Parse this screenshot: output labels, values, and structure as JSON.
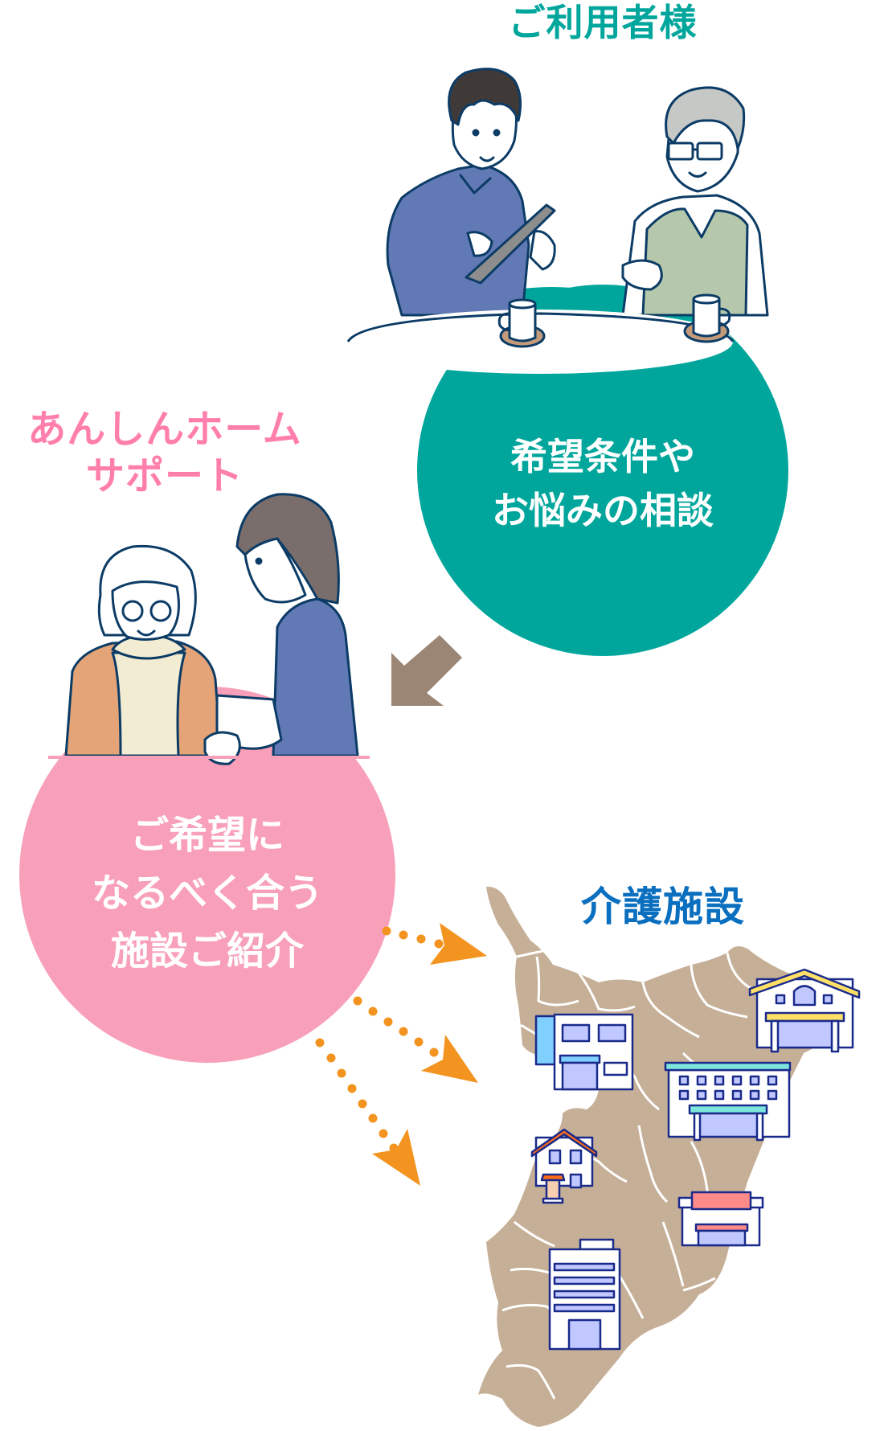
{
  "flow": {
    "customer": {
      "label": "ご利用者様",
      "color": "#00a69c",
      "step_lines": [
        "希望条件や",
        "お悩みの相談"
      ]
    },
    "support": {
      "label_lines": [
        "あんしんホーム",
        "サポート"
      ],
      "color": "#ff7fac",
      "circle_color": "#f8a0b9",
      "step_lines": [
        "ご希望に",
        "なるべく合う",
        "施設ご紹介"
      ]
    },
    "facilities": {
      "label": "介護施設",
      "color": "#0a6fbf",
      "map_color": "#c6af97",
      "building_count": 6
    },
    "connectors": {
      "consult_arrow_color": "#9b8575",
      "introduce_arrow_color": "#f39420",
      "introduce_arrow_count": 3
    },
    "icons": [
      "consultation-illustration",
      "caregiver-illustration",
      "map-of-chiba",
      "facility-buildings"
    ]
  }
}
